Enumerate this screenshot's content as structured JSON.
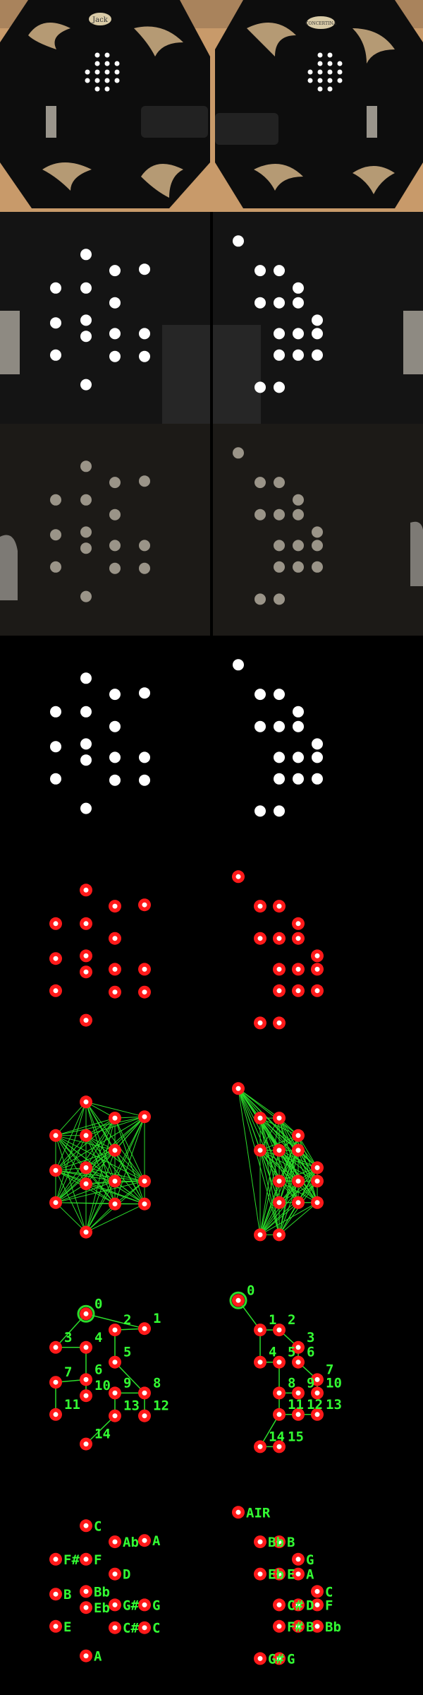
{
  "photo": {
    "left_badge": "Jack",
    "right_badge": "CONCERTINA"
  },
  "colors": {
    "marker_red": "#ff1a1a",
    "line_green": "#2bdc2b",
    "label_green": "#33ff33",
    "dot_white": "#ffffff",
    "dot_gray": "#9a9488"
  },
  "left_index_labels": [
    "0",
    "1",
    "2",
    "3",
    "4",
    "5",
    "6",
    "7",
    "8",
    "9",
    "10",
    "11",
    "12",
    "13",
    "14"
  ],
  "right_index_labels": [
    "0",
    "1",
    "2",
    "3",
    "4",
    "5",
    "6",
    "7",
    "8",
    "9",
    "10",
    "11",
    "12",
    "13",
    "14",
    "15"
  ],
  "left_note_labels": [
    "C",
    "A",
    "Ab",
    "F#",
    "F",
    "D",
    "Bb",
    "B",
    "G",
    "G#",
    "Eb",
    "E",
    "C",
    "C#",
    "A"
  ],
  "right_note_labels": [
    "AIR",
    "Bb",
    "B",
    "G",
    "Eb",
    "E",
    "A",
    "C",
    "C#",
    "D",
    "F",
    "F#",
    "B",
    "Bb",
    "G#",
    "G"
  ]
}
